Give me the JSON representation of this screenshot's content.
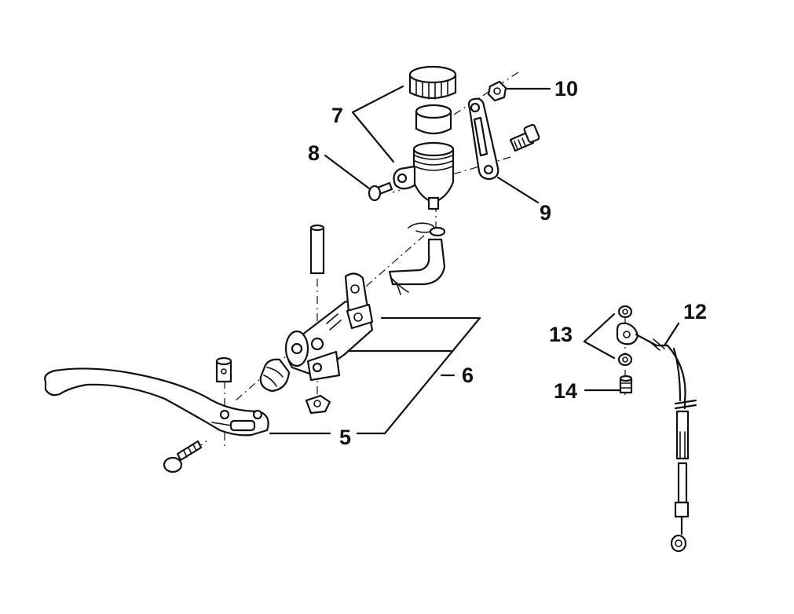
{
  "callouts": {
    "c5": "5",
    "c6": "6",
    "c7": "7",
    "c8": "8",
    "c9": "9",
    "c10": "10",
    "c12": "12",
    "c13": "13",
    "c14": "14"
  },
  "colors": {
    "ink": "#111111",
    "paper": "#ffffff"
  }
}
